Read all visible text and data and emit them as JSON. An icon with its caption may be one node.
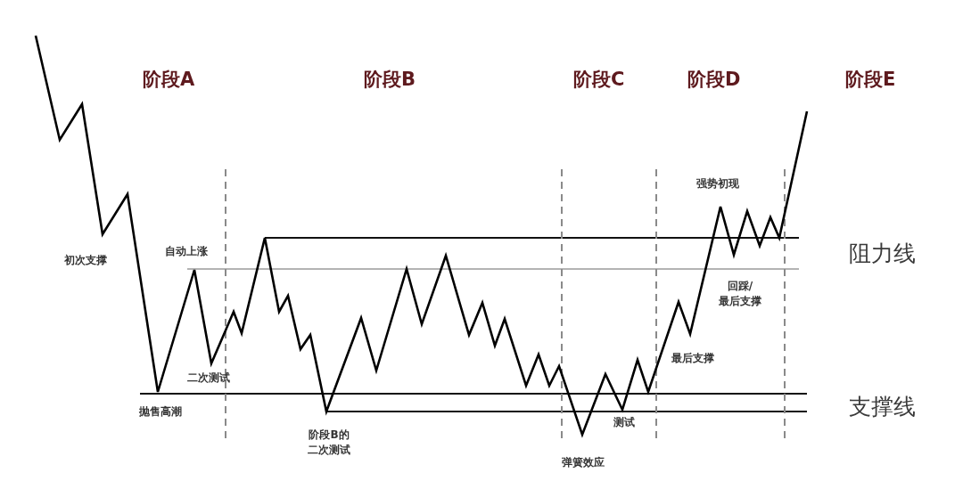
{
  "diagram": {
    "labels": [
      "阶段A",
      "阶段B",
      "阶段C",
      "阶段D",
      "阶段E",
      "强势初现",
      "初次支撑",
      "自动上涨",
      "阻力线",
      "回踩/最后支撑",
      "最后支撑",
      "二次测试",
      "抛售高潮",
      "支撑线",
      "测试",
      "阶段B的二次测试",
      "弹簧效应"
    ]
  }
}
